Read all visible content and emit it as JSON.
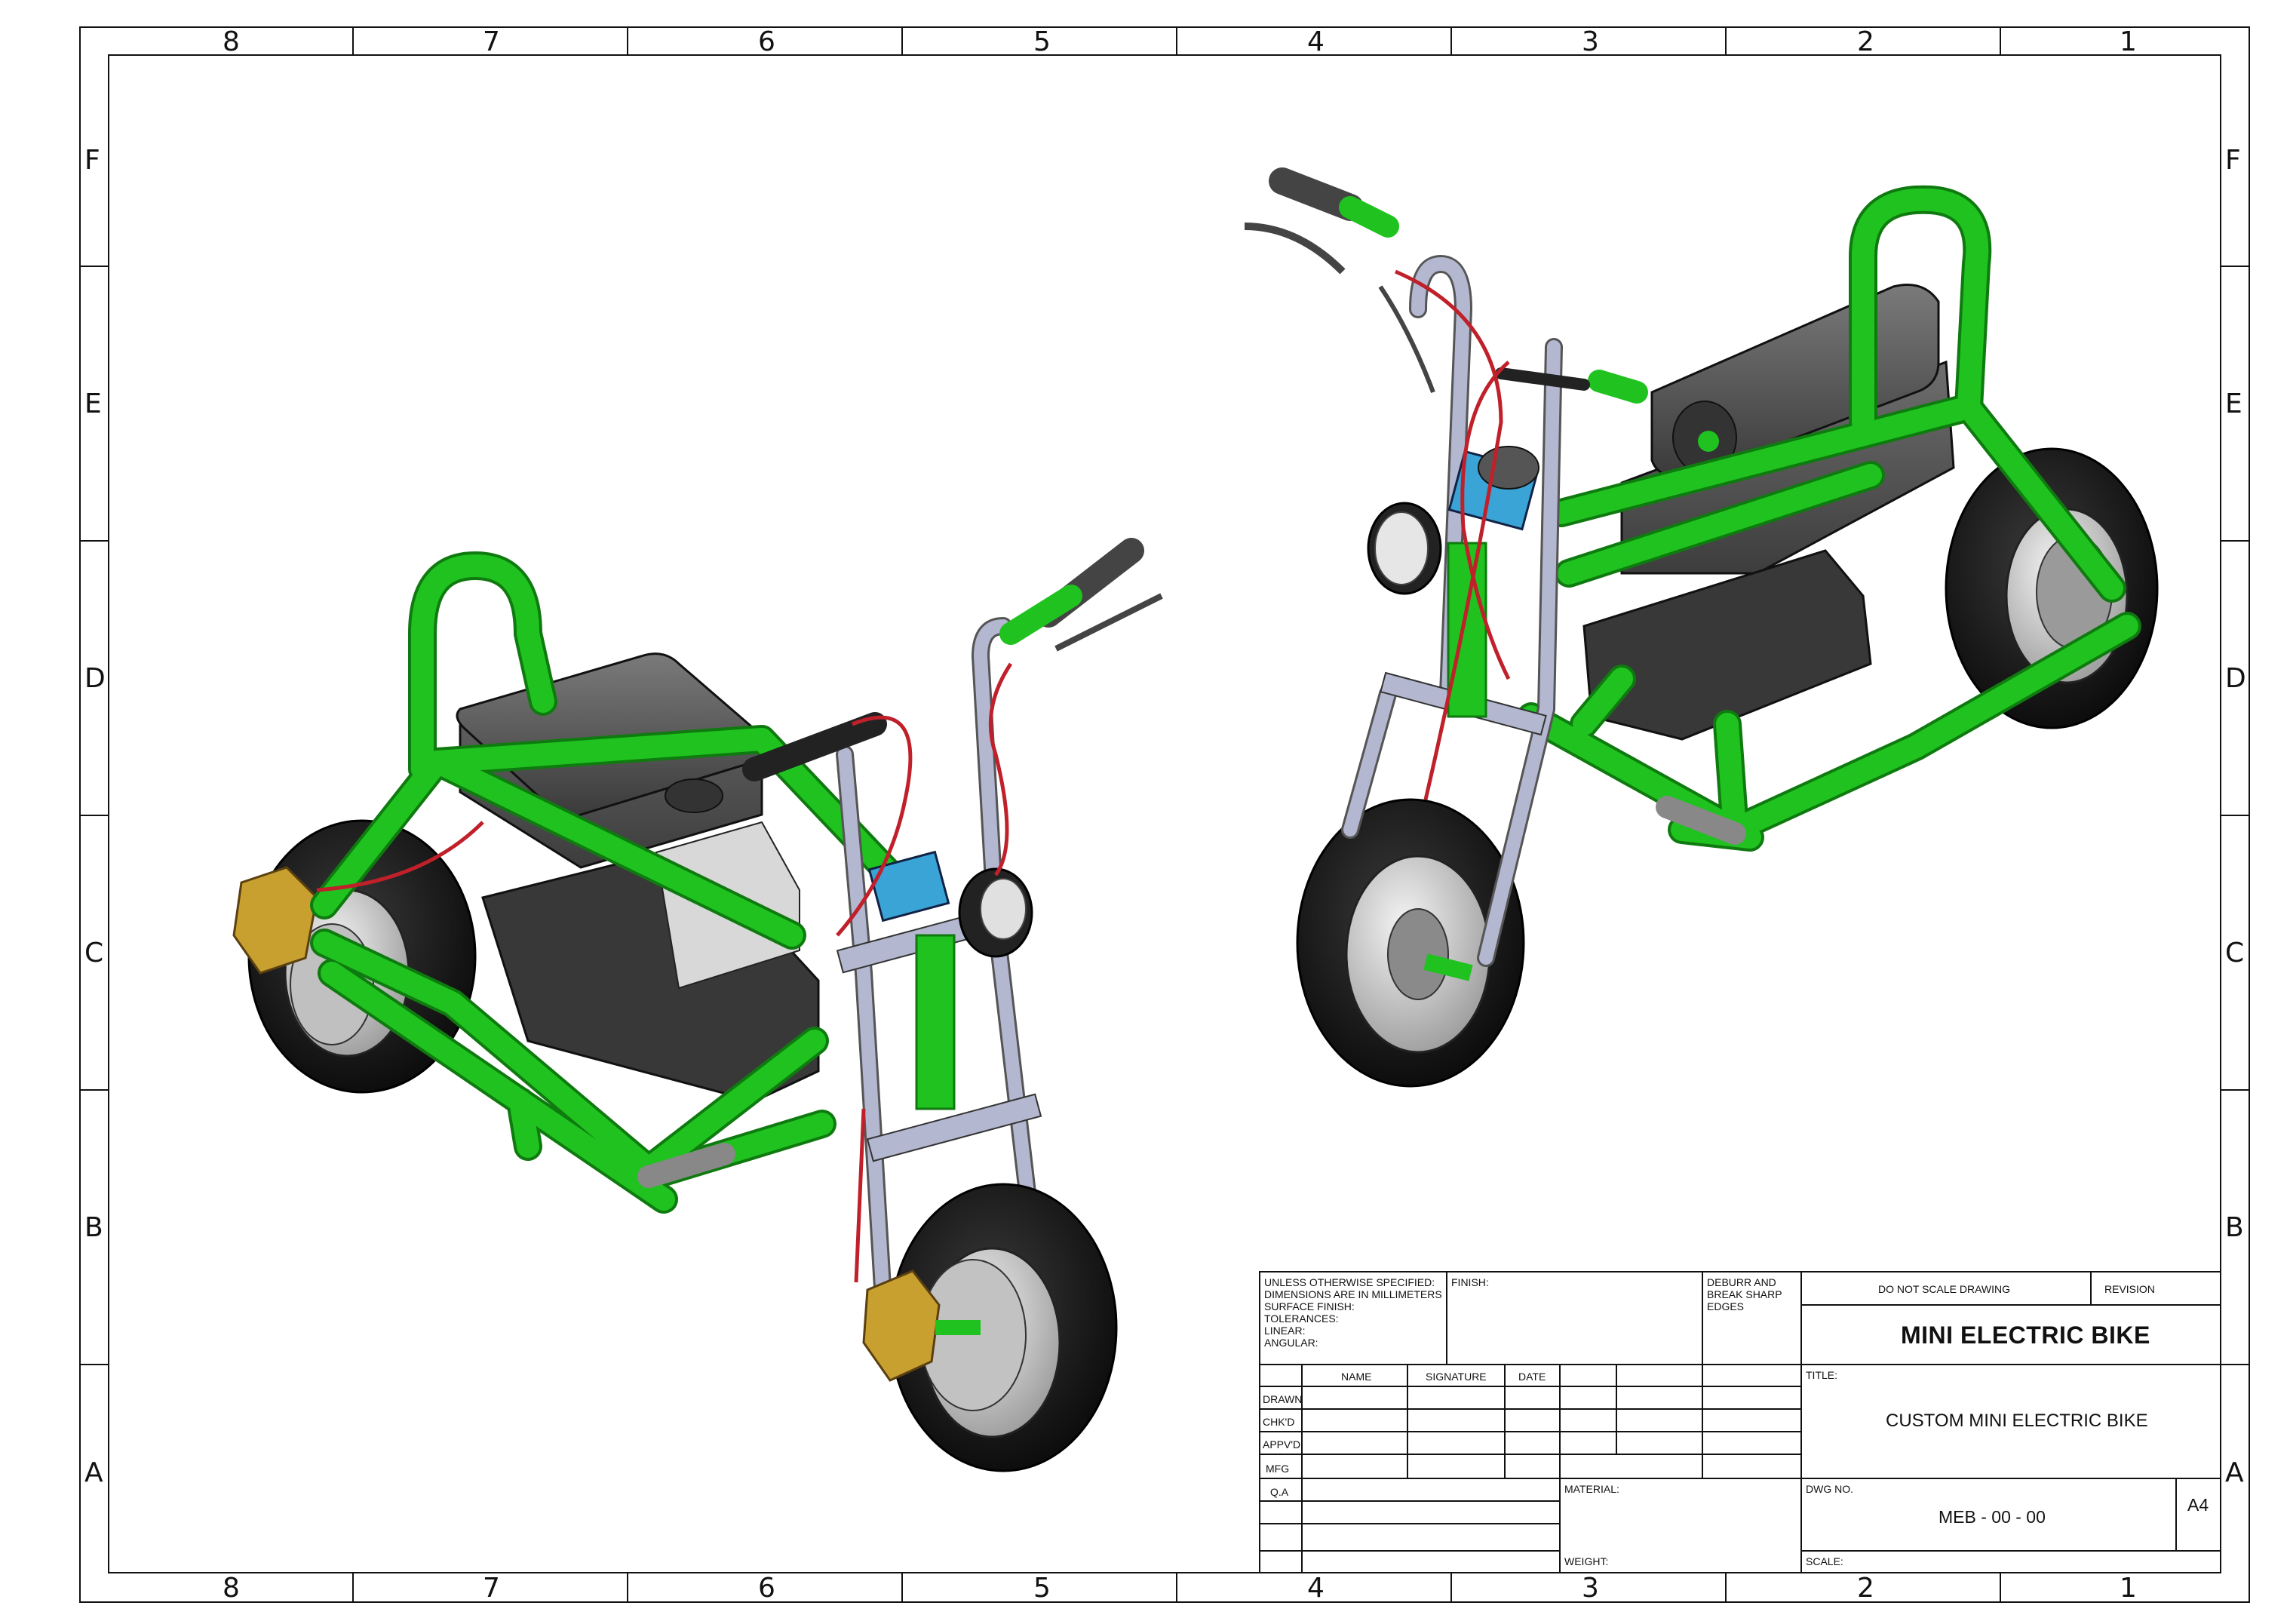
{
  "zones": {
    "columns": [
      "8",
      "7",
      "6",
      "5",
      "4",
      "3",
      "2",
      "1"
    ],
    "rows": [
      "F",
      "E",
      "D",
      "C",
      "B",
      "A"
    ]
  },
  "title_block": {
    "tolerance_note": "UNLESS OTHERWISE SPECIFIED:\nDIMENSIONS ARE IN MILLIMETERS\nSURFACE FINISH:\nTOLERANCES:\n   LINEAR:\n   ANGULAR:",
    "finish_label": "FINISH:",
    "deburr_note": "DEBURR AND\nBREAK SHARP\nEDGES",
    "do_not_scale": "DO NOT SCALE DRAWING",
    "revision_label": "REVISION",
    "company_name": "MINI ELECTRIC BIKE",
    "columns": {
      "name": "NAME",
      "signature": "SIGNATURE",
      "date": "DATE"
    },
    "rows": [
      "DRAWN",
      "CHK'D",
      "APPV'D",
      "MFG",
      "Q.A"
    ],
    "material_label": "MATERIAL:",
    "weight_label": "WEIGHT:",
    "title_label": "TITLE:",
    "title_value": "CUSTOM MINI ELECTRIC BIKE",
    "dwg_no_label": "DWG NO.",
    "dwg_no_value": "MEB - 00 - 00",
    "sheet_size": "A4",
    "scale_label": "SCALE:"
  },
  "colors": {
    "frame": "#1fc21f",
    "frame_dark": "#0f7a0f",
    "fork": "#b3b7cf",
    "tire": "#1a1a1a",
    "rim": "#d9d9d9",
    "battery": "#5a5a5a",
    "seat": "#555555",
    "caliper": "#c8a030",
    "clamp": "#3aa4d6",
    "cable": "#c0202a"
  }
}
